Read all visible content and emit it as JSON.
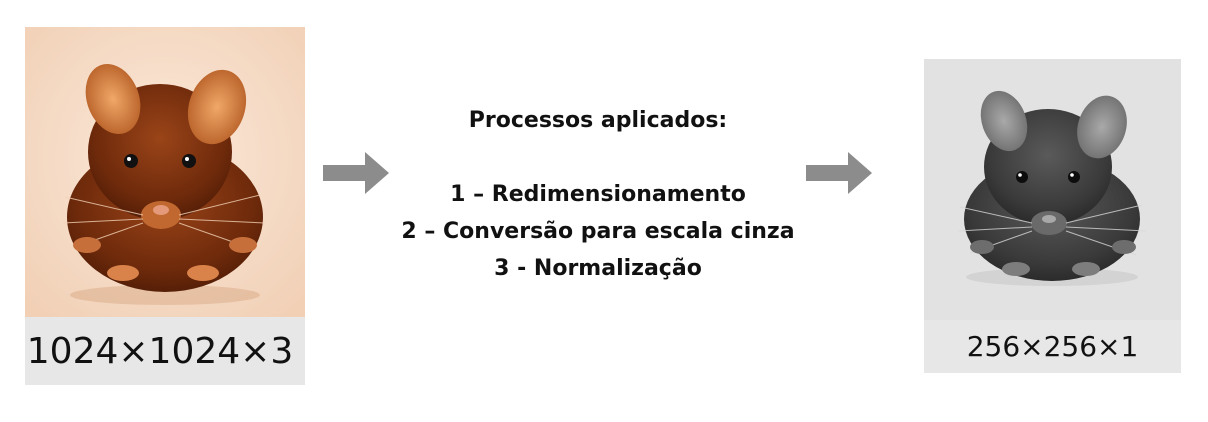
{
  "input": {
    "dimensions_label": "1024×1024×3",
    "image_icon": "mouse-photo-color"
  },
  "output": {
    "dimensions_label": "256×256×1",
    "image_icon": "mouse-photo-grayscale"
  },
  "arrows": {
    "icon": "right-arrow-icon",
    "color": "#8c8c8c"
  },
  "processes": {
    "title": "Processos aplicados:",
    "steps": [
      "1 – Redimensionamento",
      "2 – Conversão para escala cinza",
      "3 - Normalização"
    ]
  },
  "colors": {
    "input_background": "#f6dcc6",
    "mouse_fur": "#7a2e0c",
    "output_background": "#e2e2e2",
    "caption_background": "#e7e7e7"
  }
}
